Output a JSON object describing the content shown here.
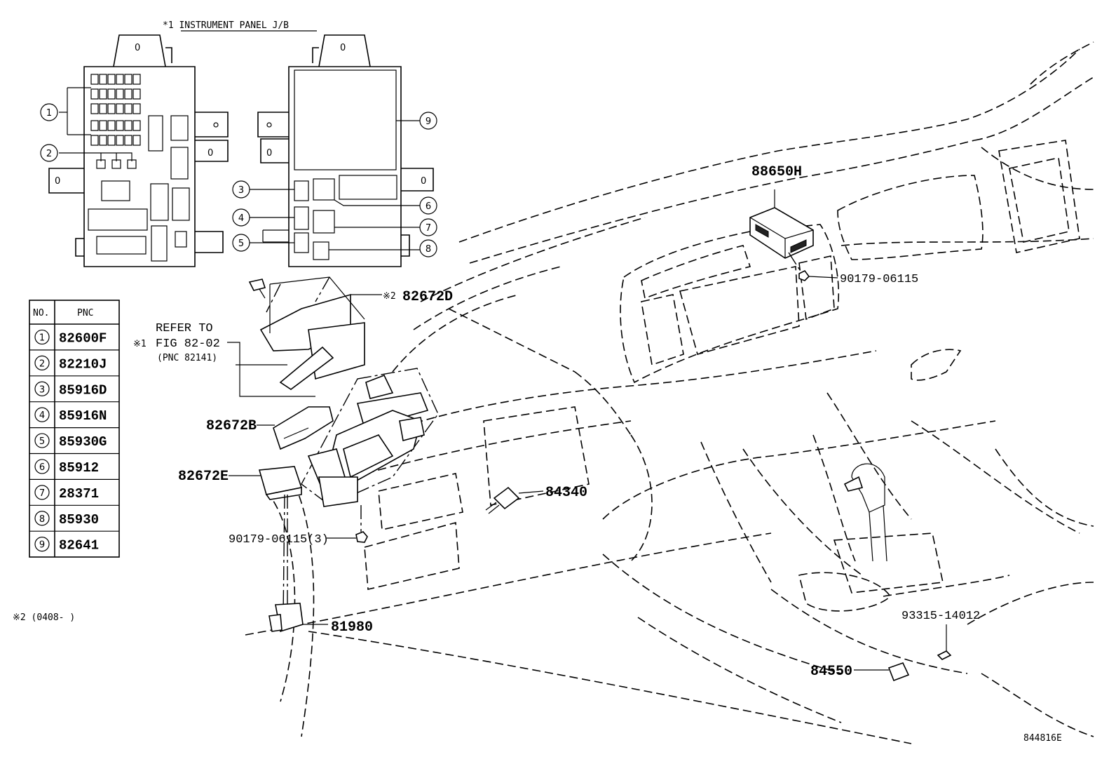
{
  "header": {
    "jb_title": "*1 INSTRUMENT PANEL J/B"
  },
  "table": {
    "col_no": "NO.",
    "col_pnc": "PNC",
    "rows": [
      {
        "no": "1",
        "pnc": "82600F"
      },
      {
        "no": "2",
        "pnc": "82210J"
      },
      {
        "no": "3",
        "pnc": "85916D"
      },
      {
        "no": "4",
        "pnc": "85916N"
      },
      {
        "no": "5",
        "pnc": "85930G"
      },
      {
        "no": "6",
        "pnc": "85912"
      },
      {
        "no": "7",
        "pnc": "28371"
      },
      {
        "no": "8",
        "pnc": "85930"
      },
      {
        "no": "9",
        "pnc": "82641"
      }
    ]
  },
  "callouts": [
    "1",
    "2",
    "3",
    "4",
    "5",
    "6",
    "7",
    "8",
    "9"
  ],
  "refer": {
    "line1": "REFER TO",
    "marker": "※1",
    "line2": "FIG 82-02",
    "line3": "(PNC 82141)"
  },
  "parts": {
    "p88650H": "88650H",
    "p90179_a": "90179-06115",
    "p82672D": "82672D",
    "p82672D_marker": "※2",
    "p82672B": "82672B",
    "p82672E": "82672E",
    "p84340": "84340",
    "p90179_b": "90179-06115(3)",
    "p81980": "81980",
    "p93315": "93315-14012",
    "p84550": "84550"
  },
  "footnote": "※2 (0408-   )",
  "figure_id": "844816E",
  "jb_tab_label": "0"
}
